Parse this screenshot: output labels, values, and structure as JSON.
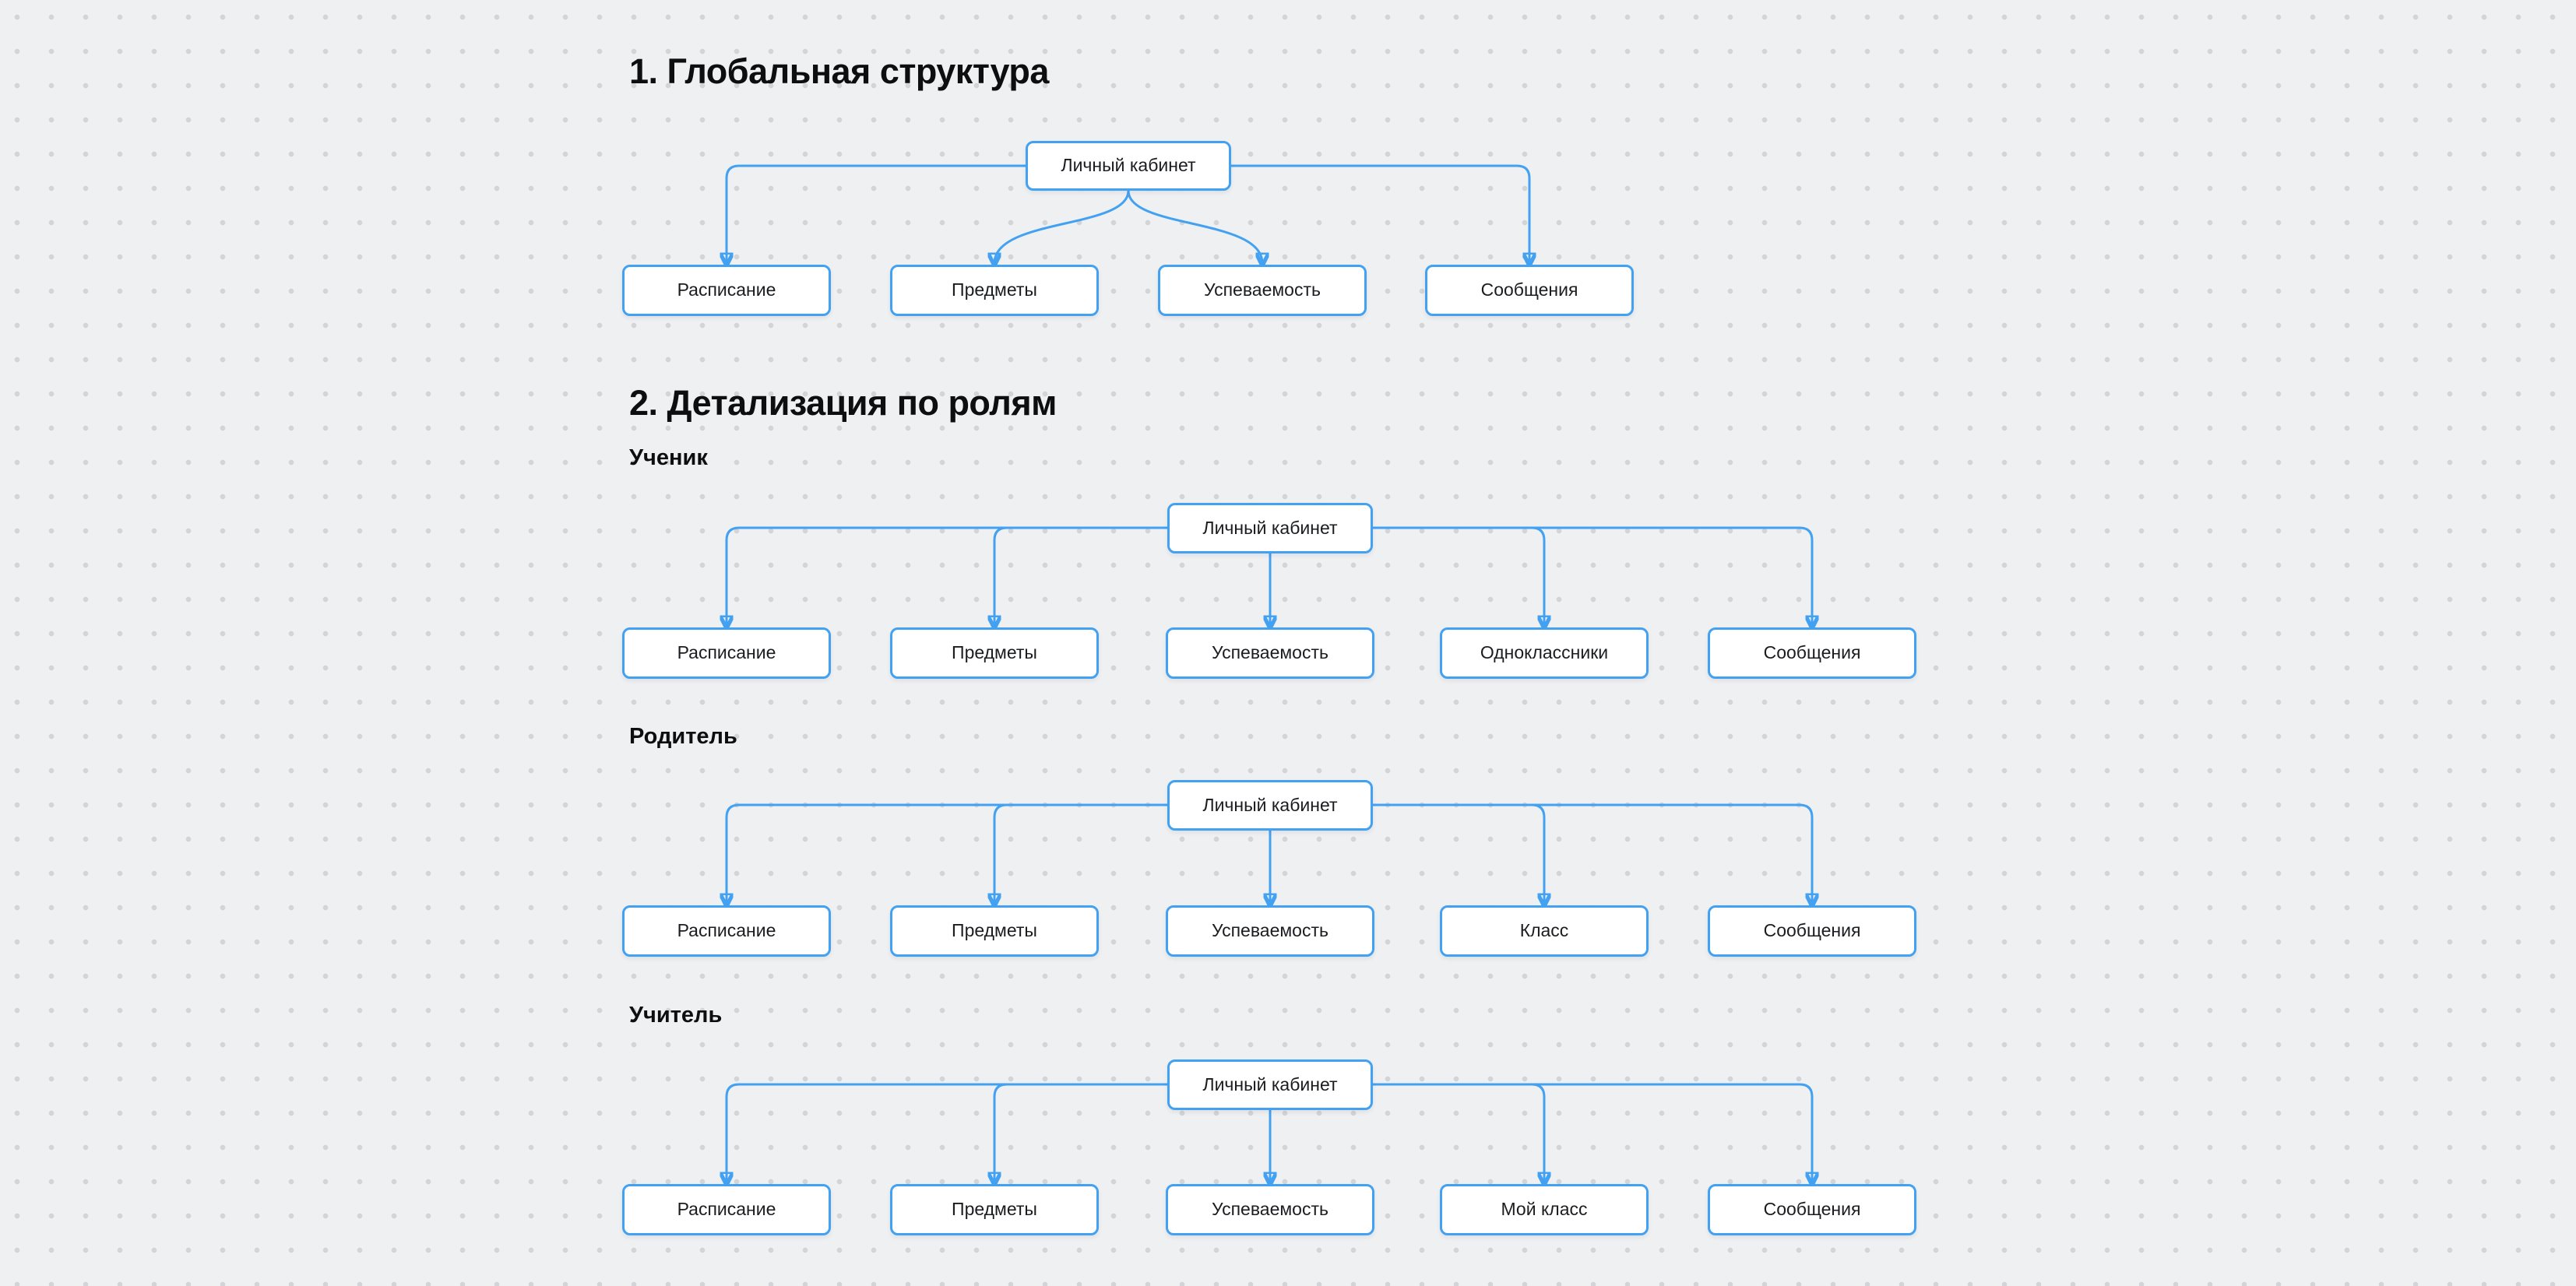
{
  "colors": {
    "accent": "#43a1f2",
    "node_background": "#ffffff",
    "canvas_background": "#eff0f2",
    "dot_grid": "#d2d4d8",
    "text": "#1b1c1f"
  },
  "sections": [
    {
      "title": "1. Глобальная структура"
    },
    {
      "title": "2. Детализация по ролям"
    }
  ],
  "diagrams": [
    {
      "name": "global",
      "root": "Личный кабинет",
      "children": [
        "Расписание",
        "Предметы",
        "Успеваемость",
        "Сообщения"
      ]
    },
    {
      "name": "student",
      "role": "Ученик",
      "root": "Личный кабинет",
      "children": [
        "Расписание",
        "Предметы",
        "Успеваемость",
        "Одноклассники",
        "Сообщения"
      ]
    },
    {
      "name": "parent",
      "role": "Родитель",
      "root": "Личный кабинет",
      "children": [
        "Расписание",
        "Предметы",
        "Успеваемость",
        "Класс",
        "Сообщения"
      ]
    },
    {
      "name": "teacher",
      "role": "Учитель",
      "root": "Личный кабинет",
      "children": [
        "Расписание",
        "Предметы",
        "Успеваемость",
        "Мой класс",
        "Сообщения"
      ]
    }
  ]
}
